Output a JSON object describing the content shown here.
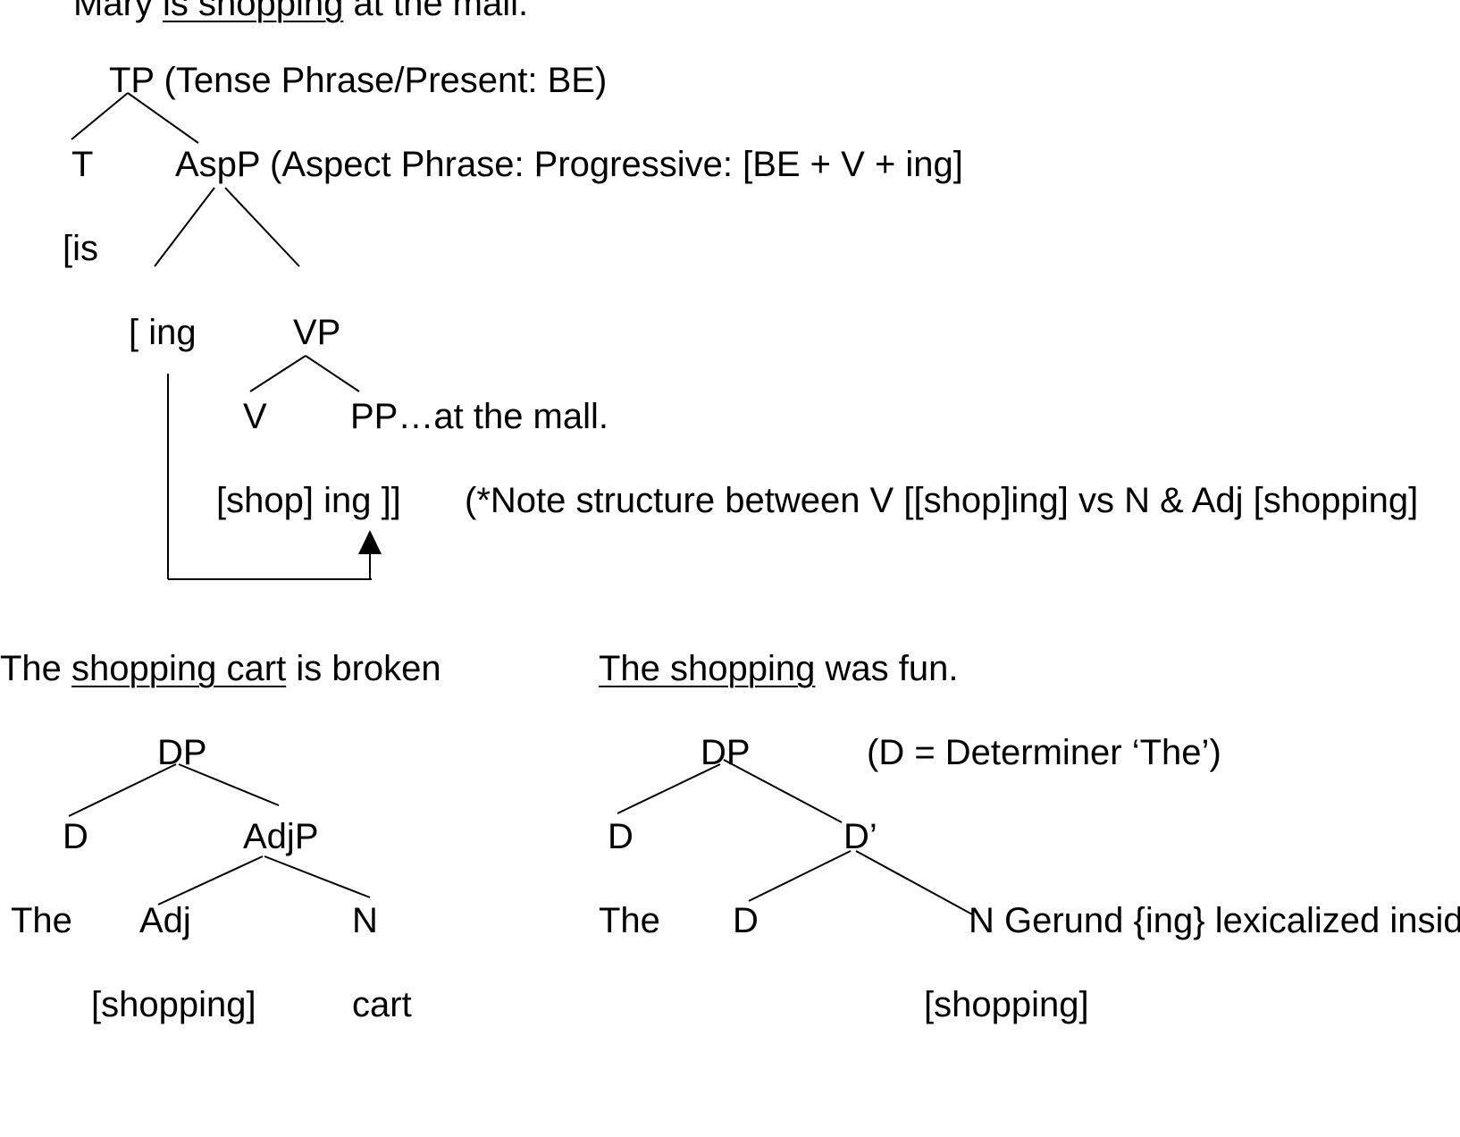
{
  "sentence1": {
    "pre": "Mary ",
    "underlined": "is shopping",
    "post": " at the mall."
  },
  "tree1": {
    "tp": "TP (Tense Phrase/Present: BE)",
    "t": "T",
    "aspp": "AspP (Aspect Phrase: Progressive: [BE + V + ing]",
    "is": "[is",
    "ing": "[ ing",
    "vp": "VP",
    "v": "V",
    "pp": "PP…at the mall.",
    "shop_ing": "[shop] ing ]]",
    "note": "(*Note structure between V [[shop]ing] vs N & Adj [shopping]"
  },
  "sentence2": {
    "pre": "The ",
    "underlined": "shopping cart",
    "post": " is broken"
  },
  "sentence3": {
    "underlined": "The shopping",
    "post": " was fun."
  },
  "tree2": {
    "dp": "DP",
    "d": "D",
    "adjp": "AdjP",
    "the": "The",
    "adj": "Adj",
    "n": "N",
    "shopping": "[shopping]",
    "cart": "cart"
  },
  "tree3": {
    "dp": "DP",
    "note": "(D = Determiner ‘The’)",
    "d": "D",
    "dbar": "D’",
    "the": "The",
    "d2": "D",
    "n": "N Gerund {ing} lexicalized inside",
    "shopping": "[shopping]"
  }
}
